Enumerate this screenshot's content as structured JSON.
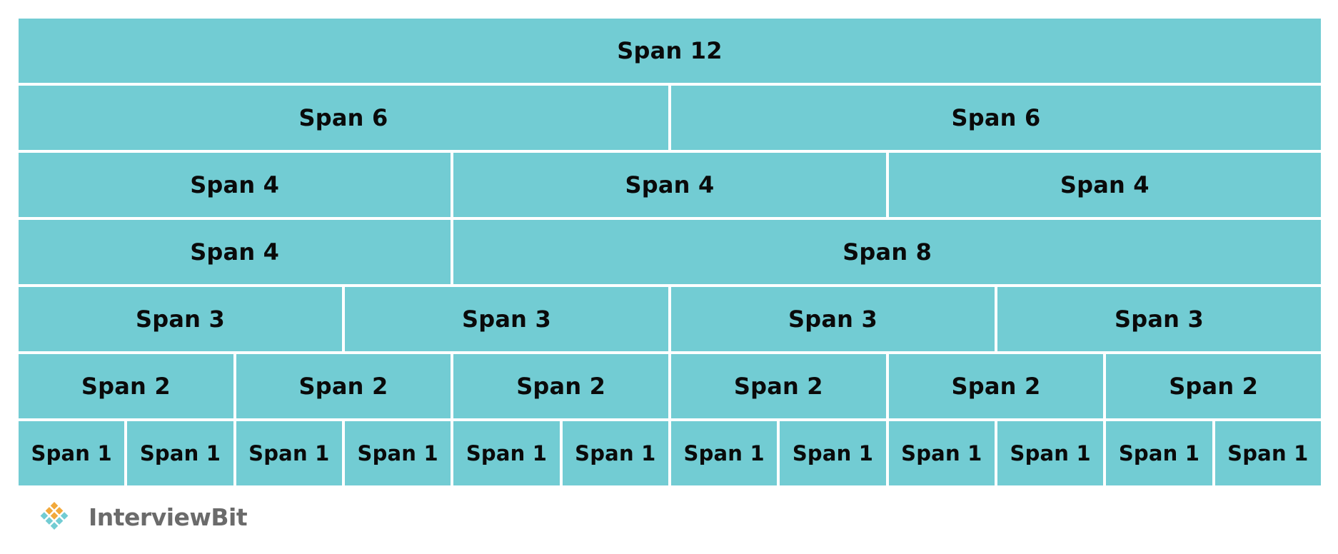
{
  "rows": [
    {
      "cells": [
        "Span 12"
      ]
    },
    {
      "cells": [
        "Span 6",
        "Span 6"
      ]
    },
    {
      "cells": [
        "Span 4",
        "Span 4",
        "Span 4"
      ]
    },
    {
      "cells": [
        "Span 4",
        "Span 8"
      ]
    },
    {
      "cells": [
        "Span 3",
        "Span 3",
        "Span 3",
        "Span 3"
      ]
    },
    {
      "cells": [
        "Span 2",
        "Span 2",
        "Span 2",
        "Span 2",
        "Span 2",
        "Span 2"
      ]
    },
    {
      "cells": [
        "Span 1",
        "Span 1",
        "Span 1",
        "Span 1",
        "Span 1",
        "Span 1",
        "Span 1",
        "Span 1",
        "Span 1",
        "Span 1",
        "Span 1",
        "Span 1"
      ]
    }
  ],
  "brand": {
    "name": "InterviewBit",
    "icon": "interviewbit-logo-icon"
  },
  "colors": {
    "cell": "#72ccd3",
    "text": "#0a0a0a",
    "brand_text": "#6b6b6b",
    "logo_orange": "#f2a93b",
    "logo_teal": "#72ccd3"
  }
}
